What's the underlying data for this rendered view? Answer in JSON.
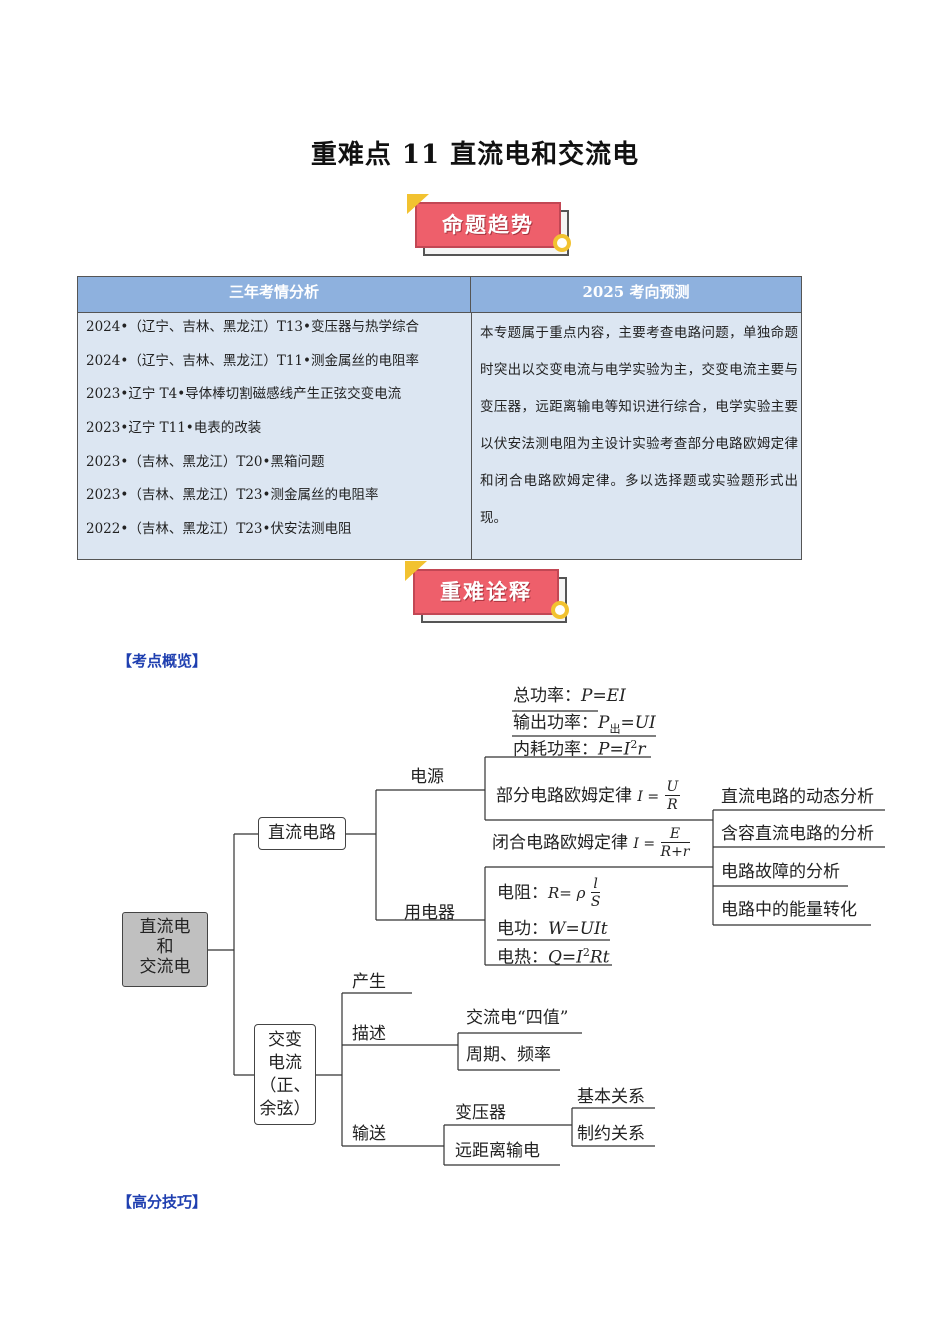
{
  "title": "重难点 11 直流电和交流电",
  "banner_trend": "命题趋势",
  "banner_explain": "重难诠释",
  "table": {
    "header_left": "三年考情分析",
    "header_right": "2025 考向预测",
    "left_items": [
      "2024•（辽宁、吉林、黑龙江）T13•变压器与热学综合",
      "2024•（辽宁、吉林、黑龙江）T11•测金属丝的电阻率",
      "2023•辽宁 T4•导体棒切割磁感线产生正弦交变电流",
      "2023•辽宁 T11•电表的改装",
      "2023•（吉林、黑龙江）T20•黑箱问题",
      "2023•（吉林、黑龙江）T23•测金属丝的电阻率",
      "2022•（吉林、黑龙江）T23•伏安法测电阻"
    ],
    "right_text": "本专题属于重点内容，主要考查电路问题，单独命题时突出以交变电流与电学实验为主，交变电流主要与变压器，远距离输电等知识进行综合，电学实验主要以伏安法测电阻为主设计实验考查部分电路欧姆定律和闭合电路欧姆定律。多以选择题或实验题形式出现。"
  },
  "section_overview": "【考点概览】",
  "section_tips": "【高分技巧】",
  "mindmap": {
    "root": [
      "直流电",
      "和",
      "交流电"
    ],
    "dc": "直流电路",
    "power_source": "电源",
    "total_power_label": "总功率：",
    "total_power_formula": "P=EI",
    "output_power_label": "输出功率：",
    "output_power_p": "P",
    "output_power_sub": "出",
    "output_power_rest": "=UI",
    "internal_power_label": "内耗功率：",
    "internal_power_formula": "P=I",
    "internal_power_exp": "2",
    "internal_power_r": "r",
    "partial_ohm": "部分电路欧姆定律",
    "partial_ohm_lhs": "I =",
    "partial_ohm_num": "U",
    "partial_ohm_den": "R",
    "closed_ohm": "闭合电路欧姆定律",
    "closed_ohm_lhs": "I =",
    "closed_ohm_num": "E",
    "closed_ohm_den": "R+r",
    "appliance": "用电器",
    "resistance_label": "电阻：",
    "resistance_lhs": "R= ρ",
    "resistance_num": "l",
    "resistance_den": "S",
    "work_label": "电功：",
    "work_formula": "W=UIt",
    "heat_label": "电热：",
    "heat_formula": "Q=I",
    "heat_exp": "2",
    "heat_rest": "Rt",
    "dc_topics": [
      "直流电路的动态分析",
      "含容直流电路的分析",
      "电路故障的分析",
      "电路中的能量转化"
    ],
    "ac": [
      "交变",
      "电流",
      "（正、",
      "余弦）"
    ],
    "generate": "产生",
    "describe": "描述",
    "four_values": "交流电“四值”",
    "period_freq": "周期、频率",
    "transmit": "输送",
    "transformer": "变压器",
    "basic_relation": "基本关系",
    "constraint_relation": "制约关系",
    "long_distance": "远距离输电"
  }
}
